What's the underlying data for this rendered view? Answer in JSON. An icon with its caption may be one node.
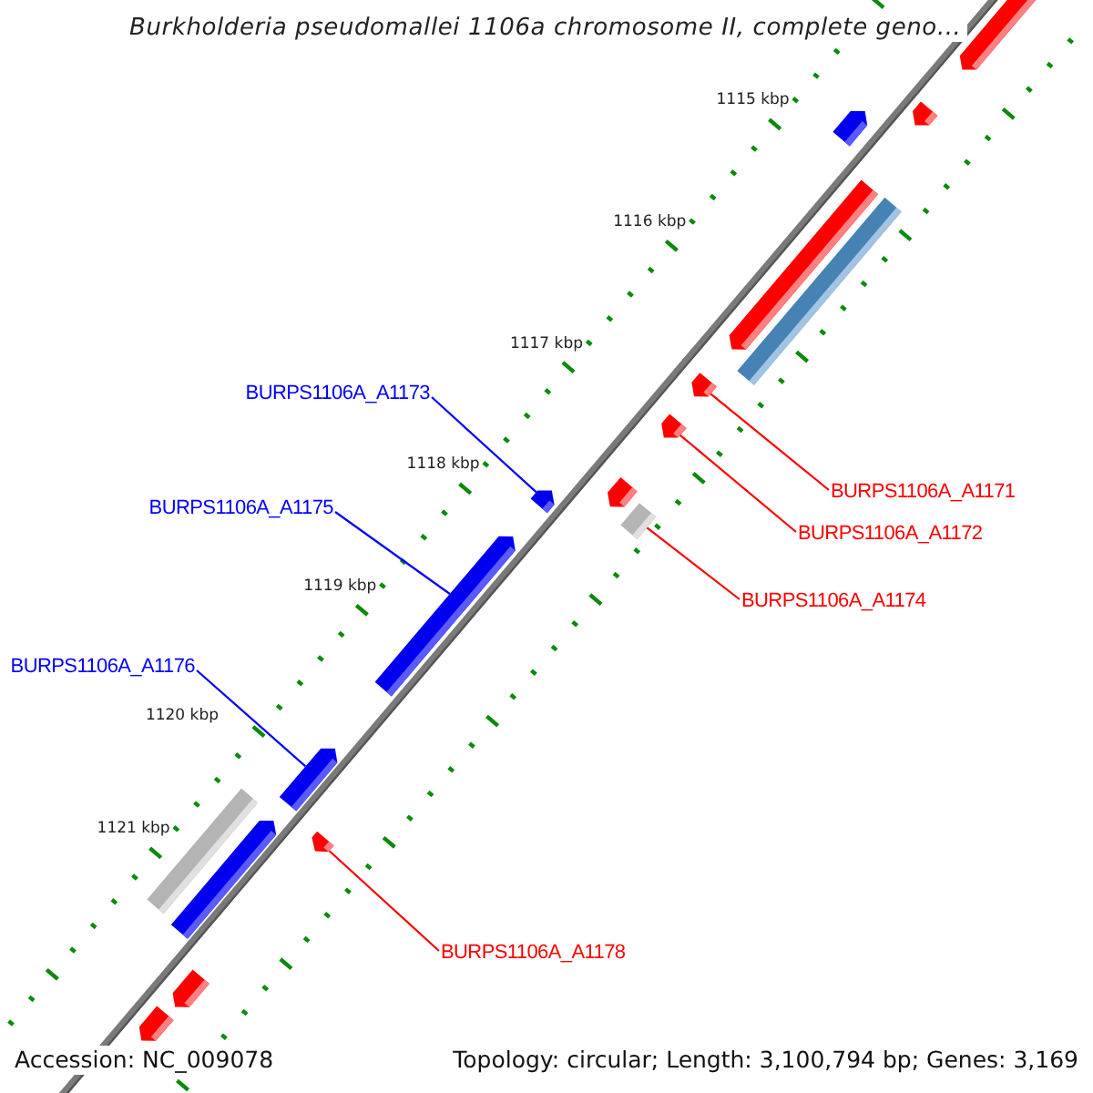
{
  "diagram": {
    "title": "Burkholderia pseudomallei 1106a chromosome II, complete geno...",
    "nodes": [
      {
        "text": [
          "BURPS1106A_A1173"
        ]
      },
      {
        "text": [
          "BURPS1106A_A1171"
        ]
      },
      {
        "text": [
          "BURPS1106A_A1175"
        ]
      },
      {
        "text": [
          "BURPS1106A_A1172"
        ]
      },
      {
        "text": [
          "BURPS1106A_A1174"
        ]
      },
      {
        "text": [
          "BURPS1106A_A1176"
        ]
      },
      {
        "text": [
          "BURPS1106A_A1178"
        ]
      },
      {
        "text": [],
        "shape": "arrow"
      },
      {
        "text": [],
        "shape": "arrow"
      },
      {
        "text": [],
        "shape": "arrow"
      },
      {
        "text": [],
        "shape": "arrow"
      },
      {
        "text": [],
        "shape": "bar"
      },
      {
        "text": [],
        "shape": "arrow"
      },
      {
        "text": [],
        "shape": "arrow"
      },
      {
        "text": [],
        "shape": "arrow"
      },
      {
        "text": [],
        "shape": "arrow"
      },
      {
        "text": [],
        "shape": "bar"
      },
      {
        "text": [],
        "shape": "arrow"
      },
      {
        "text": [],
        "shape": "arrow"
      },
      {
        "text": [],
        "shape": "arrow"
      },
      {
        "text": [],
        "shape": "bar"
      },
      {
        "text": [],
        "shape": "arrow"
      },
      {
        "text": [],
        "shape": "arrow"
      },
      {
        "text": [],
        "shape": "arrow"
      }
    ],
    "edges": [
      {
        "from": 0,
        "to": 15,
        "arrow": "none",
        "color": "#0000ff"
      },
      {
        "from": 1,
        "to": 12,
        "arrow": "none"
      },
      {
        "from": 2,
        "to": 17,
        "arrow": "none",
        "color": "#0000ff"
      },
      {
        "from": 3,
        "to": 13,
        "arrow": "none"
      },
      {
        "from": 4,
        "to": 16,
        "arrow": "none"
      },
      {
        "from": 5,
        "to": 18,
        "arrow": "none",
        "color": "#0000ff"
      },
      {
        "from": 6,
        "to": 19,
        "arrow": "none"
      }
    ],
    "labels": [
      "1115 kbp",
      "1116 kbp",
      "1117 kbp",
      "1118 kbp",
      "1119 kbp",
      "1120 kbp",
      "1121 kbp",
      "Accession: NC_009078",
      "Topology: circular; Length: 3,100,794 bp; Genes: 3,169"
    ]
  }
}
